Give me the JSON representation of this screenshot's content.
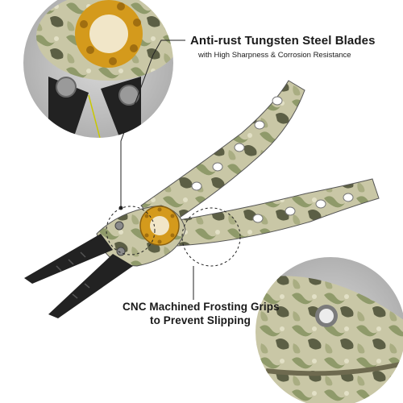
{
  "callouts": {
    "blades": {
      "title": "Anti-rust Tungsten Steel Blades",
      "subtitle": "with High Sharpness & Corrosion Resistance"
    },
    "grips": {
      "line1": "CNC Machined Frosting Grips",
      "line2": "to Prevent Slipping"
    }
  },
  "colors": {
    "camo_light": "#c9c7a6",
    "camo_green": "#8f9a6a",
    "camo_dark": "#5c5f45",
    "gold": "#d49a1c",
    "jaw_black": "#222222",
    "text": "#1a1a1a"
  },
  "icons": [
    "pliers-image",
    "pivot-bolt-icon",
    "magnifier-circle"
  ]
}
